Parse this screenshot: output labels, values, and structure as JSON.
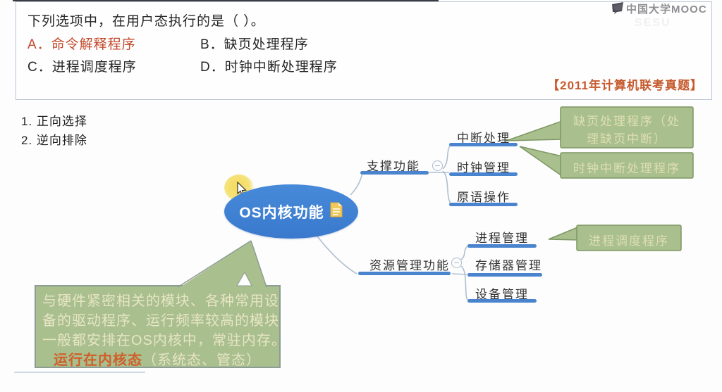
{
  "header": {
    "brand": "中国大学MOOC",
    "brand_icon": "speech-bubble-logo"
  },
  "question": {
    "stem": "下列选项中，在用户态执行的是（  ）。",
    "options": [
      {
        "label": "A．命令解释程序",
        "highlighted": true
      },
      {
        "label": "B．缺页处理程序",
        "highlighted": false
      },
      {
        "label": "C．进程调度程序",
        "highlighted": false
      },
      {
        "label": "D．时钟中断处理程序",
        "highlighted": false
      }
    ],
    "source_tag": "【2011年计算机联考真题】"
  },
  "methods": {
    "item1": "1. 正向选择",
    "item2": "2. 逆向排除"
  },
  "mindmap": {
    "root": "OS内核功能",
    "root_icon": "document-note-icon",
    "branch1": {
      "label": "支撑功能",
      "children": [
        "中断处理",
        "时钟管理",
        "原语操作"
      ]
    },
    "branch2": {
      "label": "资源管理功能",
      "children": [
        "进程管理",
        "存储器管理",
        "设备管理"
      ]
    }
  },
  "callouts": {
    "page_fault_line1": "缺页处理程序（处",
    "page_fault_line2": "理缺页中断）",
    "clock_interrupt": "时钟中断处理程序",
    "process_schedule": "进程调度程序",
    "note_line1": "与硬件紧密相关的模块、各种常用设",
    "note_line2": "备的驱动程序、运行频率较高的模块",
    "note_line3": "一般都安排在OS内核中，常驻内存。",
    "note_line4_em": "运行在内核态",
    "note_line4_rest": "（系统态、管态）"
  },
  "colors": {
    "node_blue": "#3d7ed2",
    "branch_line_blue": "#4a84cf",
    "connector_gray_blue": "#aebfd2",
    "callout_green": "#a9bf8e",
    "callout_border": "#7d9763",
    "callout_text": "#dfdfb2",
    "note_text": "#e7e5c4",
    "option_red": "#c2492c",
    "tag_orange": "#c65a2d",
    "note_em_orange": "#d05f2a",
    "highlight_yellow": "#f3d94f"
  }
}
